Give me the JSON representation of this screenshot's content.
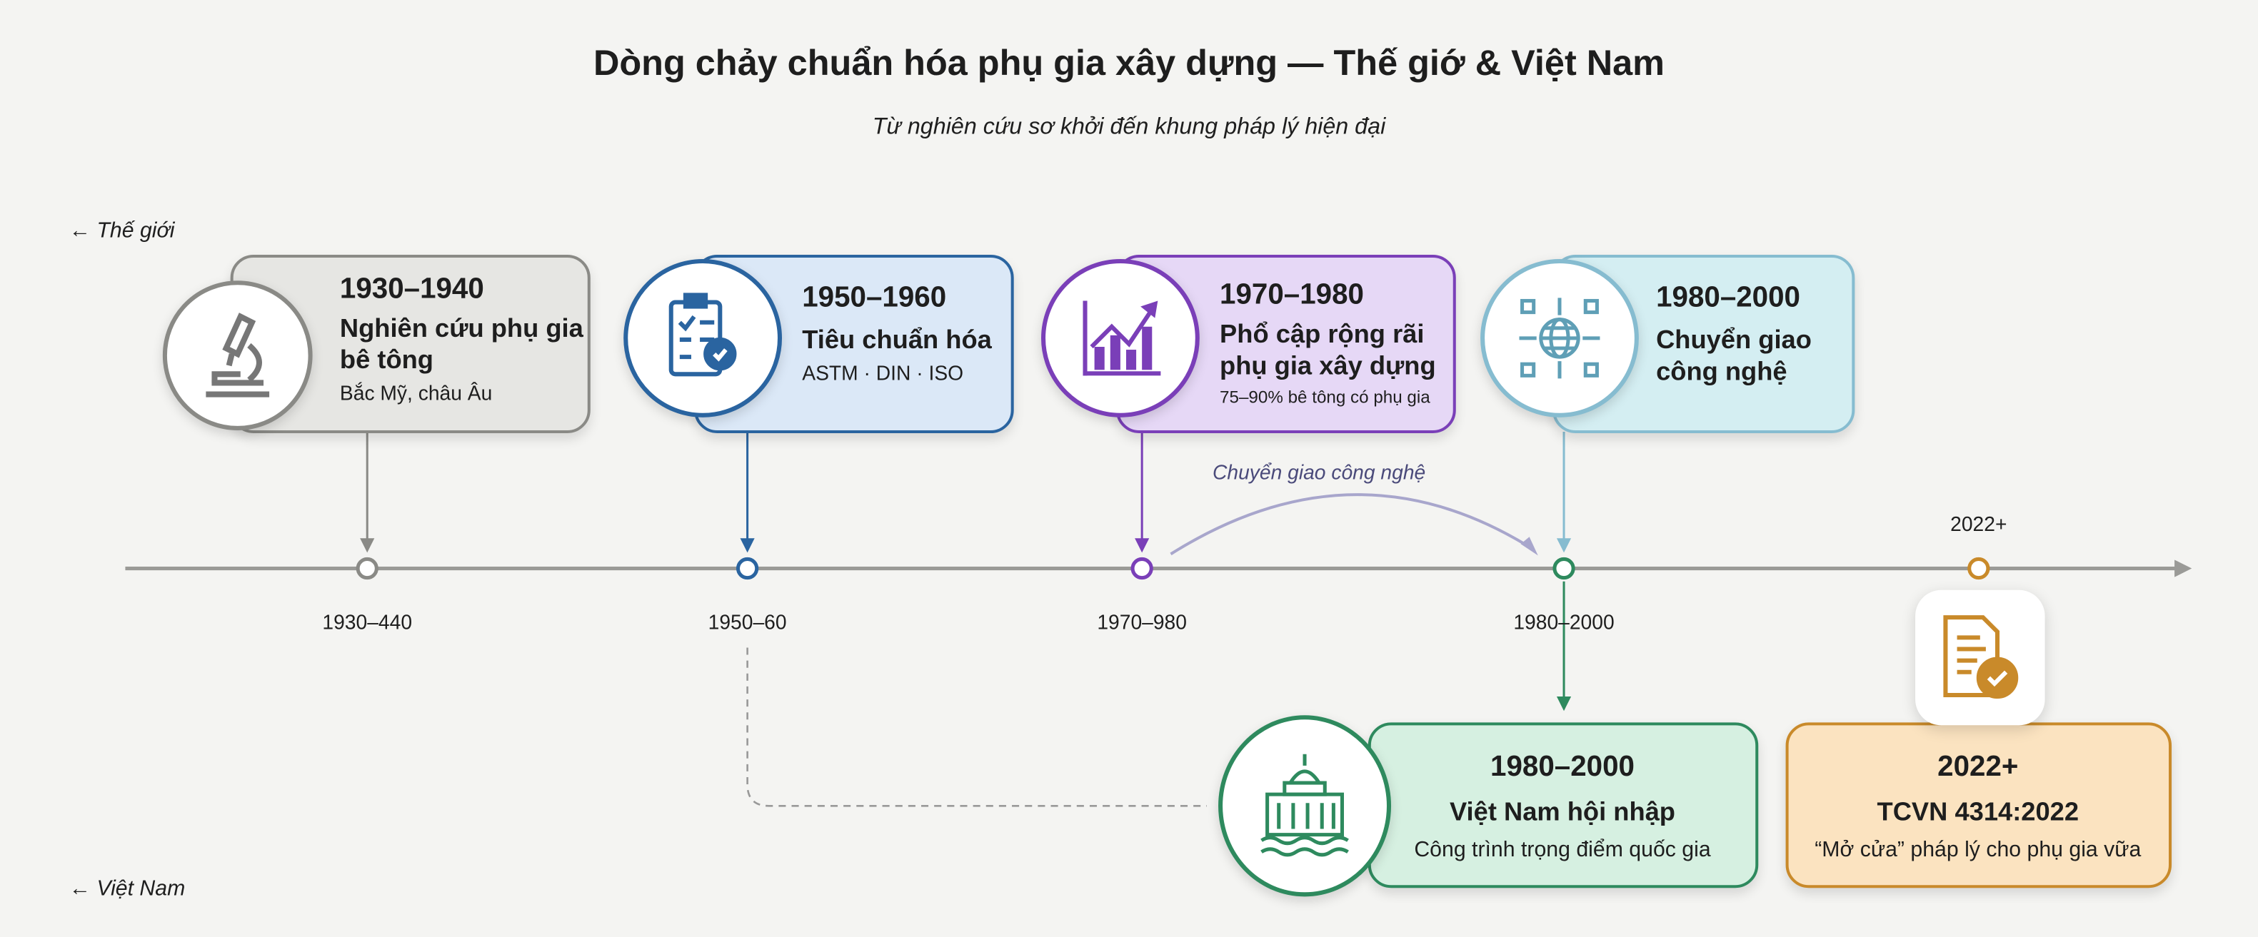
{
  "title": "Dòng chảy chuẩn hóa phụ gia xây dựng — Thế giớ & Việt Nam",
  "subtitle": "Từ nghiên cứu sơ khởi đến khung pháp lý hiện đại",
  "lanes": {
    "world": "← Thế giới",
    "vietnam": "← Việt Nam"
  },
  "world_cards": [
    {
      "years": "1930–1940",
      "heading": "Nghiên cứu phụ gia bê tông",
      "detail": "Bắc Mỹ, châu Âu",
      "icon": "microscope-icon",
      "color": "#8a8a86"
    },
    {
      "years": "1950–1960",
      "heading": "Tiêu chuẩn hóa",
      "detail": "ASTM · DIN · ISO",
      "icon": "certified-checklist-icon",
      "color": "#2a64a0"
    },
    {
      "years": "1970–1980",
      "heading": "Phổ cập rộng rãi phụ gia xây dựng",
      "detail": "75–90% bê tông có phụ gia",
      "icon": "growth-chart-icon",
      "color": "#7a3fb8"
    },
    {
      "years": "1980–2000",
      "heading": "Chuyển giao công nghệ",
      "detail": "",
      "icon": "globe-network-icon",
      "color": "#86bcd0"
    }
  ],
  "timeline": {
    "ticks": [
      "1930–440",
      "1950–60",
      "1970–980",
      "1980–2000",
      "2022+"
    ],
    "arc_label": "Chuyển giao công nghệ"
  },
  "vietnam_cards": [
    {
      "years": "1980–2000",
      "heading": "Việt Nam hội nhập",
      "detail": "Công trình trọng điểm quốc gia",
      "icon": "government-building-icon",
      "color": "#2e8a5e"
    },
    {
      "years": "2022+",
      "heading": "TCVN 4314:2022",
      "detail": "“Mở cửa” pháp lý cho phụ gia vữa",
      "icon": "approved-document-icon",
      "color": "#c98a2a"
    }
  ]
}
